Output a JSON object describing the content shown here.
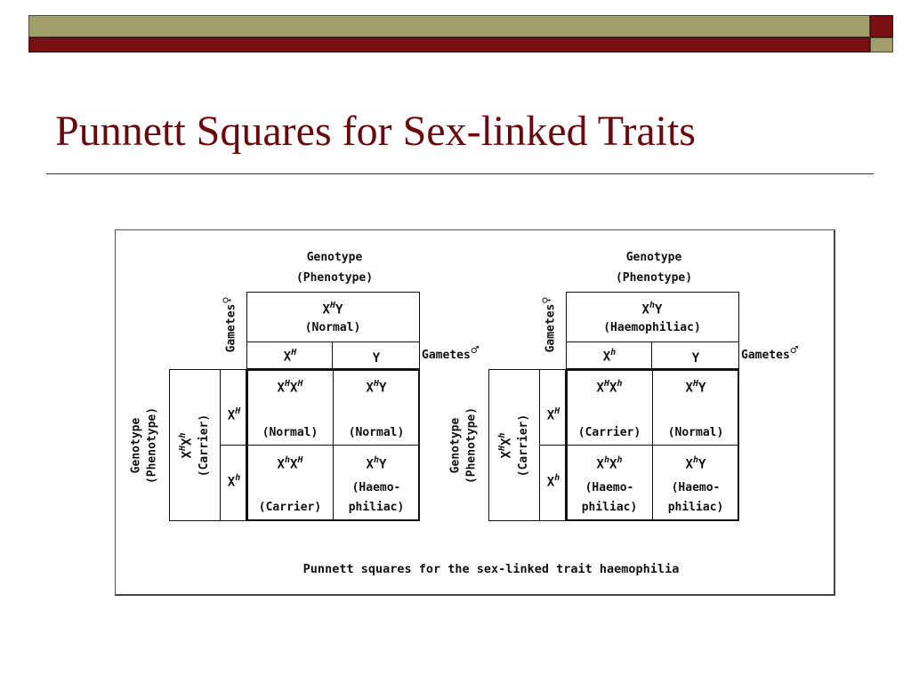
{
  "slide": {
    "title": "Punnett Squares for Sex-linked Traits"
  },
  "figure": {
    "caption": "Punnett squares for the sex-linked trait haemophilia",
    "female_symbol": "♀",
    "male_symbol": "♂",
    "squares": [
      {
        "genotype_label": "Genotype",
        "phenotype_label": "(Phenotype)",
        "gametes_label": "Gametes",
        "father": {
          "genotype": "XHY",
          "phenotype": "(Normal)"
        },
        "father_gametes": [
          "XH",
          "Y"
        ],
        "mother": {
          "genotype": "XHXh",
          "phenotype": "(Carrier)"
        },
        "mother_gametes": [
          "XH",
          "Xh"
        ],
        "offspring": [
          [
            {
              "genotype": "XHXH",
              "phenotype": "(Normal)"
            },
            {
              "genotype": "XHY",
              "phenotype": "(Normal)"
            }
          ],
          [
            {
              "genotype": "XhXH",
              "phenotype": "(Carrier)"
            },
            {
              "genotype": "XhY",
              "phenotype_line1": "(Haemo-",
              "phenotype_line2": "philiac)"
            }
          ]
        ]
      },
      {
        "genotype_label": "Genotype",
        "phenotype_label": "(Phenotype)",
        "gametes_label": "Gametes",
        "father": {
          "genotype": "XhY",
          "phenotype": "(Haemophiliac)"
        },
        "father_gametes": [
          "Xh",
          "Y"
        ],
        "mother": {
          "genotype": "XHXh",
          "phenotype": "(Carrier)"
        },
        "mother_gametes": [
          "XH",
          "Xh"
        ],
        "offspring": [
          [
            {
              "genotype": "XHXh",
              "phenotype": "(Carrier)"
            },
            {
              "genotype": "XHY",
              "phenotype": "(Normal)"
            }
          ],
          [
            {
              "genotype": "XhXh",
              "phenotype_line1": "(Haemo-",
              "phenotype_line2": "philiac)"
            },
            {
              "genotype": "XhY",
              "phenotype_line1": "(Haemo-",
              "phenotype_line2": "philiac)"
            }
          ]
        ]
      }
    ]
  },
  "colors": {
    "olive_band": "#a19e6c",
    "maroon_band": "#7a0f14",
    "title_color": "#6b0a0e"
  }
}
